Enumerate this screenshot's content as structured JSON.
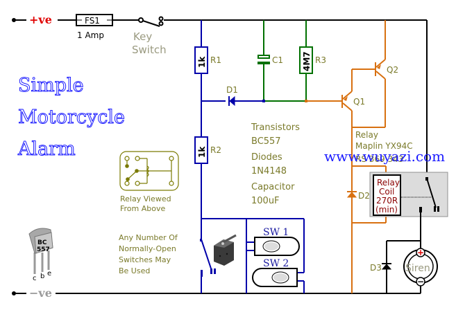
{
  "title": {
    "line1": "Simple",
    "line2": "Motorcycle",
    "line3": "Alarm"
  },
  "supply": {
    "positive_label": "+ve",
    "negative_label": "−ve",
    "positive_color": "#e00000",
    "negative_color": "#9a9a9a"
  },
  "fuse": {
    "name": "FS1",
    "rating": "1 Amp"
  },
  "key_switch": {
    "line1": "Key",
    "line2": "Switch"
  },
  "components": {
    "r1": {
      "value": "1k",
      "ref": "R1"
    },
    "r2": {
      "value": "1k",
      "ref": "R2"
    },
    "r3": {
      "value": "4M7",
      "ref": "R3"
    },
    "c1": {
      "ref": "C1"
    },
    "d1": {
      "ref": "D1"
    },
    "d2": {
      "ref": "D2"
    },
    "d3": {
      "ref": "D3"
    },
    "q1": {
      "ref": "Q1"
    },
    "q2": {
      "ref": "Q2"
    }
  },
  "parts_list": {
    "transistors_label": "Transistors",
    "transistors_value": "BC557",
    "diodes_label": "Diodes",
    "diodes_value": "1N4148",
    "capacitor_label": "Capacitor",
    "capacitor_value": "100uF"
  },
  "relay_info": {
    "line1": "Relay",
    "line2": "Maplin YX94C",
    "line3": "RS 369 343"
  },
  "relay_coil": {
    "line1": "Relay",
    "line2": "Coil",
    "line3": "270R",
    "line4": "(min)"
  },
  "relay_diagram_caption": {
    "line1": "Relay Viewed",
    "line2": "From Above"
  },
  "switches_note": {
    "line1": "Any Number Of",
    "line2": "Normally-Open",
    "line3": "Switches May",
    "line4": "Be Used"
  },
  "switches": [
    {
      "label": "SW 1"
    },
    {
      "label": "SW 2"
    }
  ],
  "transistor_pinout": {
    "marking_line1": "BC",
    "marking_line2": "557",
    "pin_c": "c",
    "pin_b": "b",
    "pin_e": "e"
  },
  "siren": {
    "label": "Siren",
    "plus": "+",
    "minus": "−"
  },
  "watermark": "www.wuyazi.com",
  "colors": {
    "blue_wire": "#0000aa",
    "green_wire": "#007000",
    "orange_wire": "#d87010",
    "black_wire": "#000000",
    "label_olive": "#7a7a2a",
    "title_blue": "#1a1aff",
    "relay_box_grey": "#dcdcdc"
  }
}
